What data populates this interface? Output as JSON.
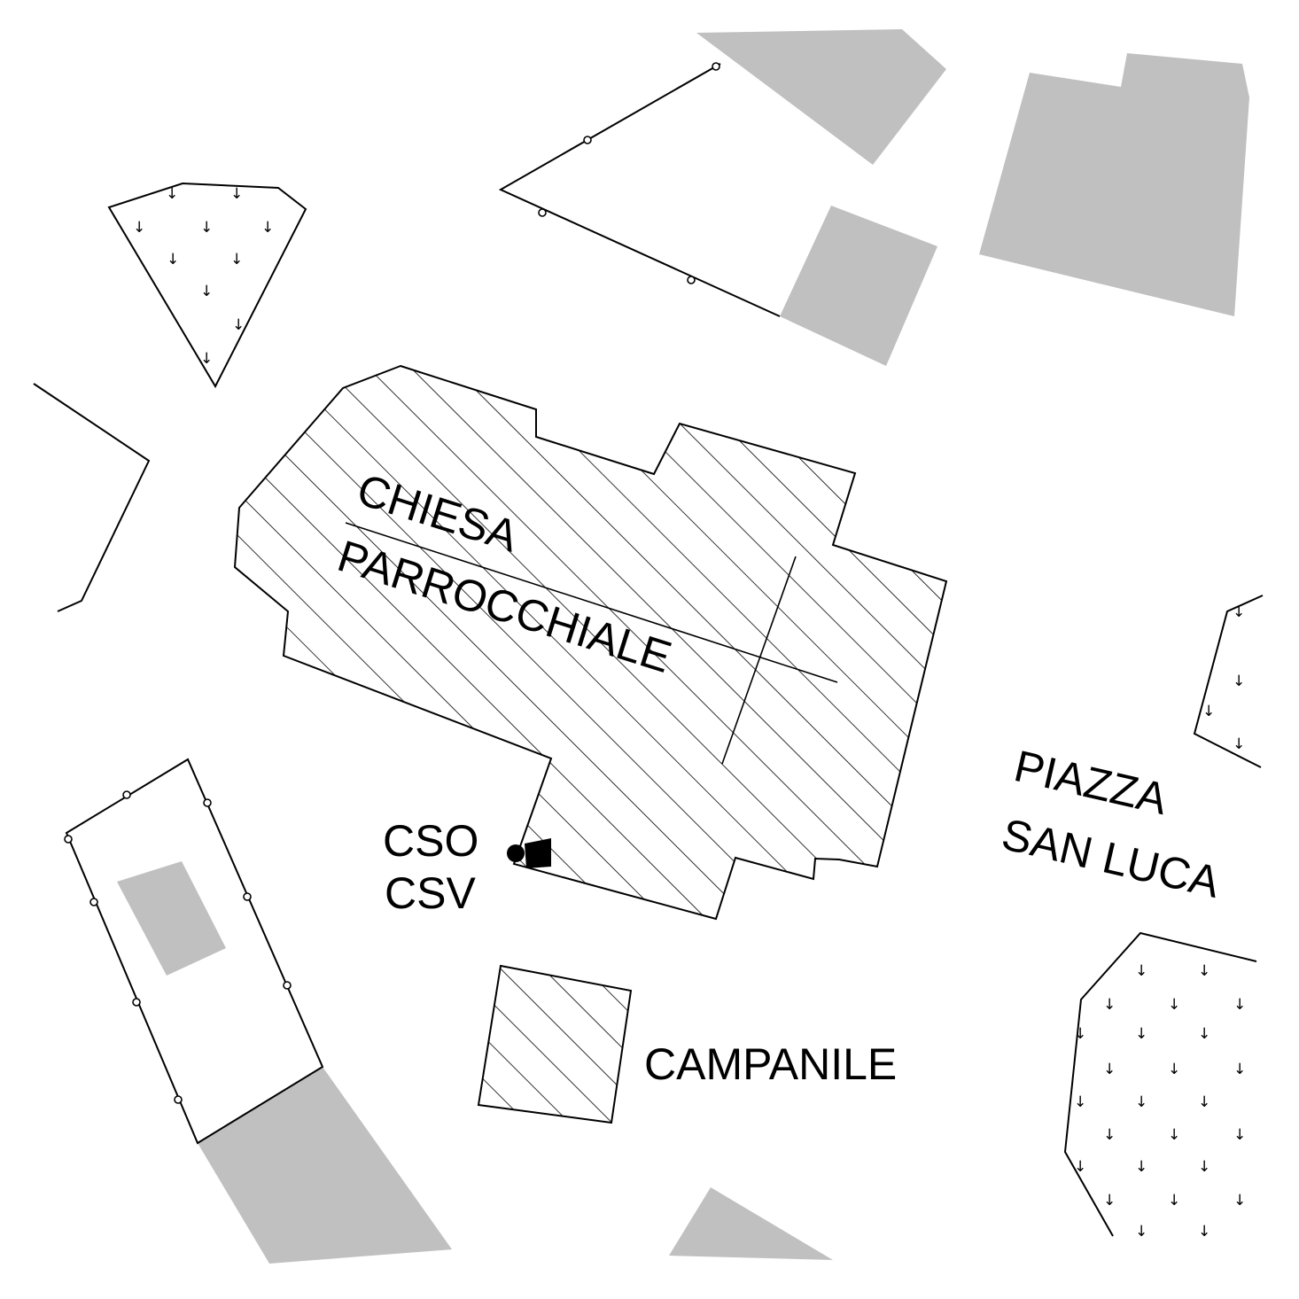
{
  "colors": {
    "building_fill": "#c0c0c0",
    "line": "#000000",
    "background": "#ffffff"
  },
  "icons": {
    "tree": "arrow-down-glyph",
    "fence_post": "small-circle",
    "sign_marker": "black-square-and-dot"
  },
  "labels": {
    "church_line1": "CHIESA",
    "church_line2": "PARROCCHIALE",
    "square_line1": "PIAZZA",
    "square_line2": "SAN LUCA",
    "marker_line1": "CSO",
    "marker_line2": "CSV",
    "bell_tower": "CAMPANILE"
  }
}
